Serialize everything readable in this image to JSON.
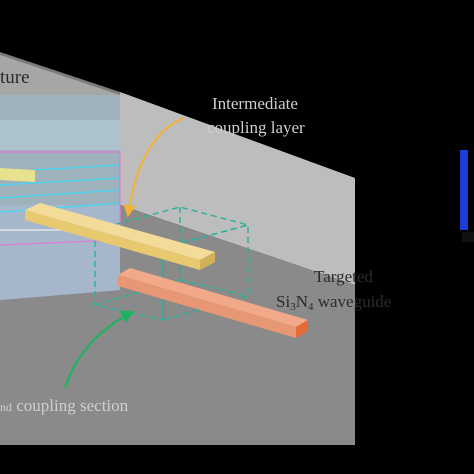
{
  "labels": {
    "structure_fragment": "ture",
    "intermediate_line1": "Intermediate",
    "intermediate_line2": "coupling layer",
    "targeted_line1": "Targeted",
    "si3n4_si": "Si",
    "si3n4_sub3": "3",
    "si3n4_n": "N",
    "si3n4_sub4": "4",
    "si3n4_rest": " waveguide",
    "coupling_prefix": "nd",
    "coupling_rest": " coupling section"
  },
  "colors": {
    "background": "#000000",
    "box_front": "#8a8a8a",
    "box_top": "#a6a6a6",
    "box_side": "#bdbdbd",
    "inner_region": "#9fb1ba",
    "layer_yellow": "#f3dc9a",
    "waveguide_orange": "#f1a989",
    "waveguide_end": "#e46a36",
    "dashed_box": "#25b29a",
    "arrow_orange": "#f2b233",
    "arrow_green": "#1fb35f",
    "right_strip": "#1e3cd6"
  }
}
